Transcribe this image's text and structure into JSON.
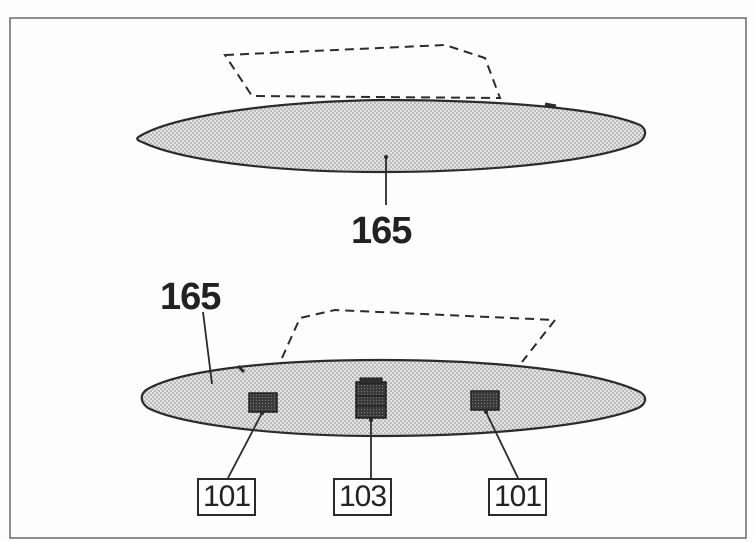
{
  "diagram": {
    "top_view": {
      "part_label": "165"
    },
    "bottom_view": {
      "part_label": "165",
      "callouts": [
        {
          "label": "101"
        },
        {
          "label": "103"
        },
        {
          "label": "101"
        }
      ]
    }
  },
  "colors": {
    "outline": "#2b2b2b",
    "fill": "#d8d8d8",
    "frame": "#6a6a6a"
  }
}
